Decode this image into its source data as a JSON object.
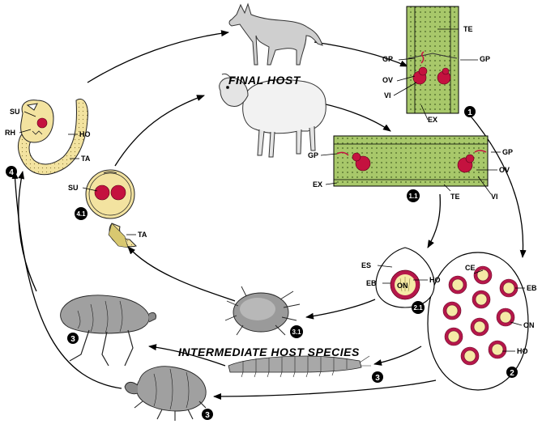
{
  "titles": {
    "final_host": "FINAL HOST",
    "intermediate_host": "INTERMEDIATE HOST SPECIES"
  },
  "stage_numbers": {
    "s1": "1",
    "s1_1": "1.1",
    "s2": "2",
    "s2_1": "2.1",
    "s3_flea": "3",
    "s3_larva": "3",
    "s3_louse": "3",
    "s3_1": "3.1",
    "s4": "4",
    "s4_1": "4.1"
  },
  "labels": {
    "te_top": "TE",
    "gp_top_left": "GP",
    "gp_top_right": "GP",
    "ov_top": "OV",
    "vi_top": "VI",
    "ex_top": "EX",
    "gp_mid_left": "GP",
    "gp_mid_right": "GP",
    "ov_mid": "OV",
    "vi_mid": "VI",
    "ex_mid": "EX",
    "te_mid": "TE",
    "ce": "CE",
    "eb_egg": "EB",
    "on_egg": "ON",
    "ho_egg": "HO",
    "es": "ES",
    "eb_single": "EB",
    "on_single": "ON",
    "ho_single": "HO",
    "su_4": "SU",
    "rh_4": "RH",
    "ho_4": "HO",
    "ta_4": "TA",
    "su_41": "SU",
    "ta_41": "TA"
  },
  "colors": {
    "segment_fill": "#a8c86a",
    "segment_dot": "#5f7a35",
    "scolex_fill": "#f3e3a0",
    "organ_red": "#c4123f",
    "egg_rim": "#b5174a",
    "egg_inner": "#f5eaa6",
    "host_grey": "#cfcfcf",
    "insect_grey": "#9a9a9a"
  }
}
